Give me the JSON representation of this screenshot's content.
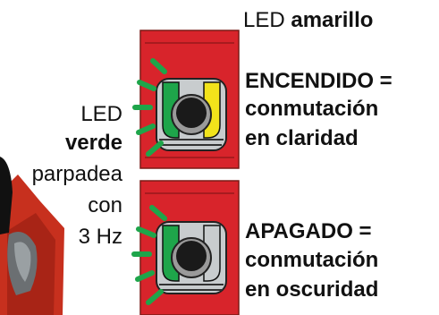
{
  "yellow_led_caption": {
    "prefix": "LED",
    "bold": "amarillo"
  },
  "green_led_caption": {
    "line1": "LED",
    "line2": "verde",
    "line3": "parpadea",
    "line4": "con",
    "line5": "3 Hz"
  },
  "state_on": {
    "line1": "ENCENDIDO =",
    "line2": "conmutación",
    "line3": "en claridad"
  },
  "state_off": {
    "line1": "APAGADO =",
    "line2": "conmutación",
    "line3": "en oscuridad"
  },
  "colors": {
    "housing_red": "#d8242b",
    "led_green": "#1ea54a",
    "led_yellow": "#f2e31b",
    "knob_black": "#1a1a1a"
  }
}
